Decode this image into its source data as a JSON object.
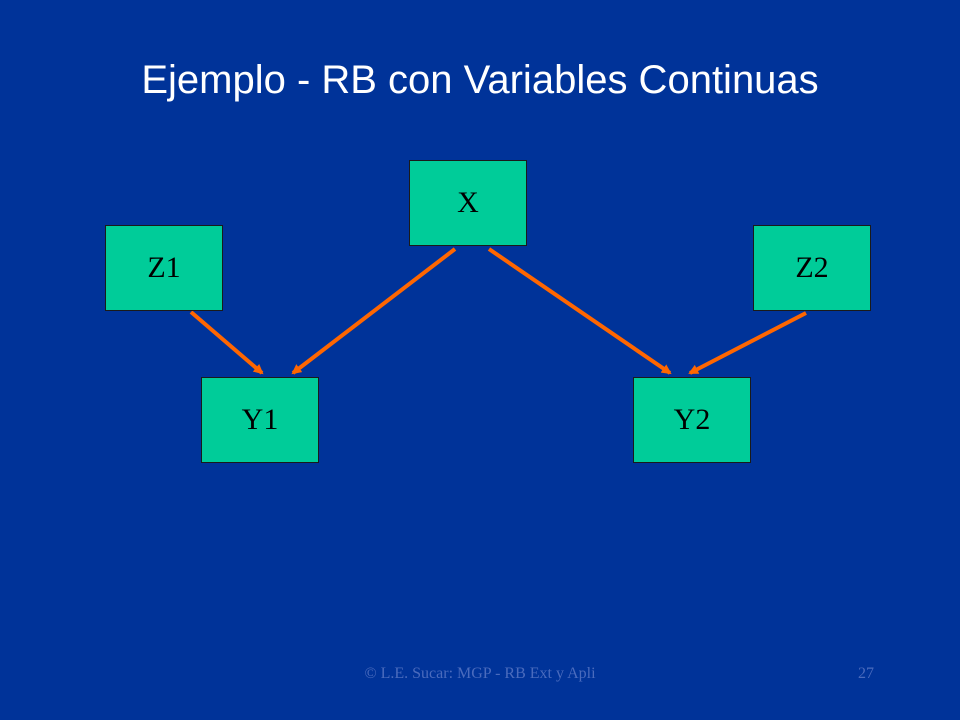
{
  "title": "Ejemplo - RB con Variables Continuas",
  "diagram": {
    "nodes": [
      {
        "id": "X",
        "label": "X"
      },
      {
        "id": "Z1",
        "label": "Z1"
      },
      {
        "id": "Z2",
        "label": "Z2"
      },
      {
        "id": "Y1",
        "label": "Y1"
      },
      {
        "id": "Y2",
        "label": "Y2"
      }
    ],
    "edges": [
      {
        "from": "Z1",
        "to": "Y1"
      },
      {
        "from": "X",
        "to": "Y1"
      },
      {
        "from": "X",
        "to": "Y2"
      },
      {
        "from": "Z2",
        "to": "Y2"
      }
    ],
    "node_color": "#00cc99",
    "edge_color": "#ff6600",
    "background_color": "#003399"
  },
  "footer": {
    "credit": "© L.E. Sucar: MGP - RB Ext y Apli",
    "page_number": "27"
  }
}
